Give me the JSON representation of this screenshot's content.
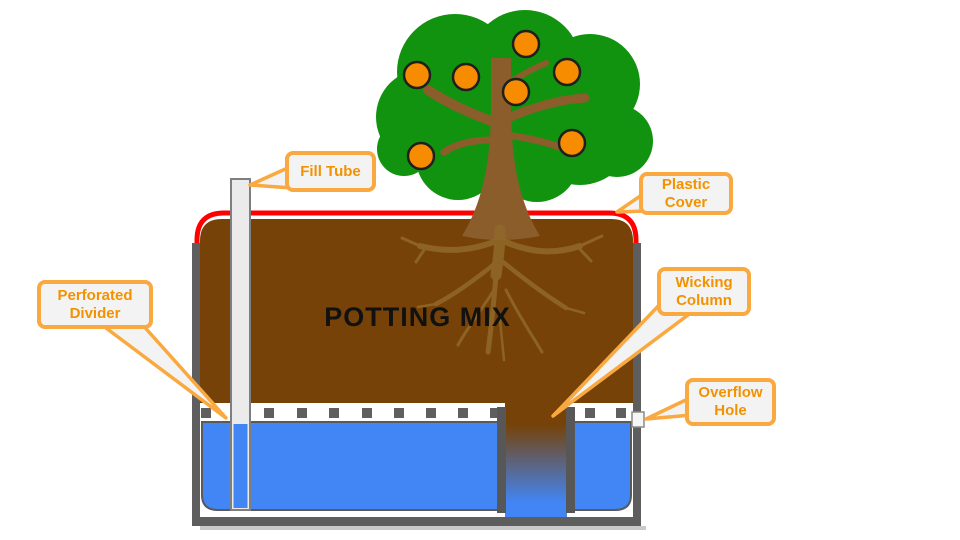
{
  "diagram": {
    "potting_mix_label": "POTTING MIX",
    "callouts": [
      {
        "id": "fill-tube",
        "lines": [
          "Fill Tube"
        ]
      },
      {
        "id": "plastic-cover",
        "lines": [
          "Plastic",
          "Cover"
        ]
      },
      {
        "id": "perforated-divider",
        "lines": [
          "Perforated",
          "Divider"
        ]
      },
      {
        "id": "wicking-column",
        "lines": [
          "Wicking",
          "Column"
        ]
      },
      {
        "id": "overflow-hole",
        "lines": [
          "Overflow",
          "Hole"
        ]
      }
    ],
    "tree": {
      "fruit_count": 7
    },
    "colors": {
      "callout_border": "#F9A93F",
      "callout_text": "#F39200",
      "callout_fill": "#F3F3F3",
      "potting_mix_brown": "#764208",
      "water_blue": "#4285F4",
      "plastic_cover_red": "#FF0000",
      "container_gray": "#5E5E5E",
      "canopy_green": "#119310",
      "fruit_orange": "#F78C00",
      "trunk_brown": "#8A5D2B",
      "fill_tube_gray": "#EBEBEB"
    }
  }
}
